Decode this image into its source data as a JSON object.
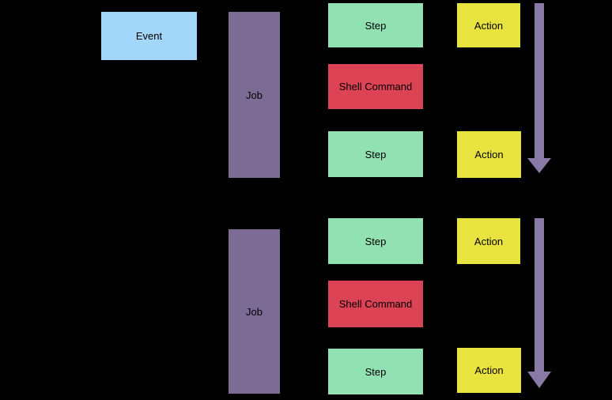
{
  "canvas": {
    "background": "#000000"
  },
  "colors": {
    "event-fill": "#a3d7fa",
    "job-fill": "#7c6c95",
    "step-fill": "#92e1b2",
    "shell-fill": "#dc4456",
    "action-fill": "#e9e33f",
    "arrow-fill": "#8879a6",
    "label-text": "#000000"
  },
  "diagram": {
    "event": {
      "label": "Event"
    },
    "jobs": [
      {
        "label": "Job",
        "rows": [
          {
            "kind": "step",
            "label": "Step"
          },
          {
            "kind": "shell-command",
            "label": "Shell Command"
          },
          {
            "kind": "step",
            "label": "Step"
          }
        ],
        "actions": [
          {
            "label": "Action"
          },
          {
            "label": "Action"
          }
        ]
      },
      {
        "label": "Job",
        "rows": [
          {
            "kind": "step",
            "label": "Step"
          },
          {
            "kind": "shell-command",
            "label": "Shell Command"
          },
          {
            "kind": "step",
            "label": "Step"
          }
        ],
        "actions": [
          {
            "label": "Action"
          },
          {
            "label": "Action"
          }
        ]
      }
    ]
  }
}
